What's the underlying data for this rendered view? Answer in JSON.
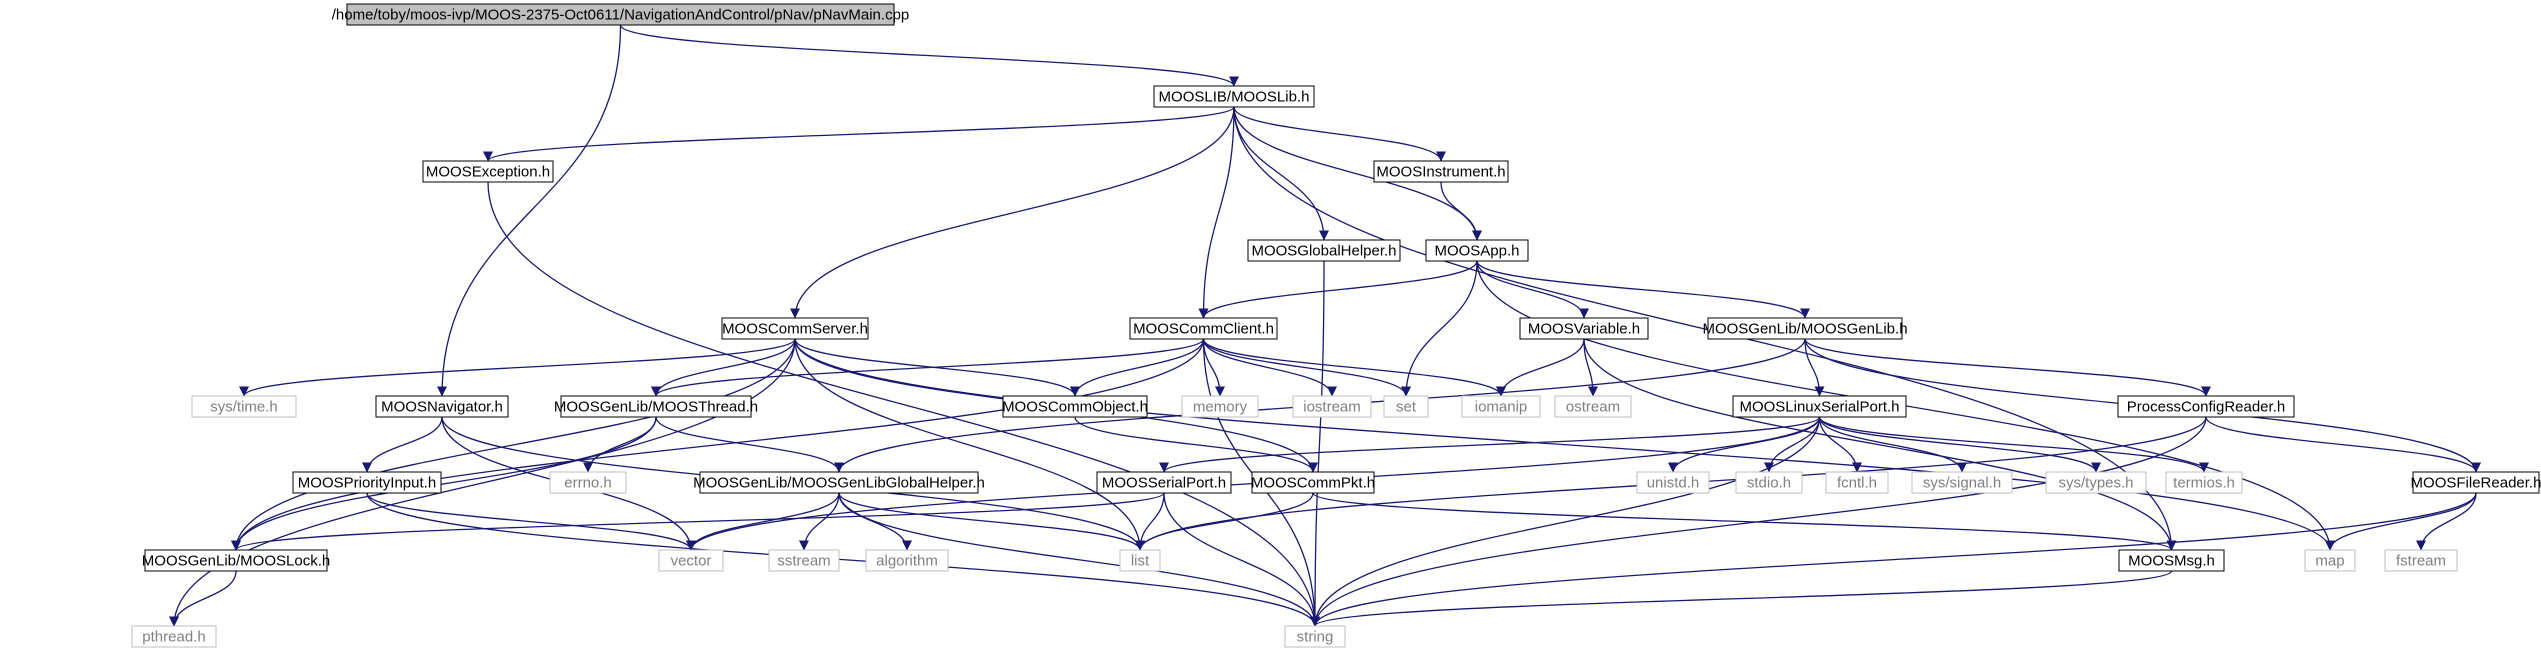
{
  "diagram": {
    "nodes": [
      {
        "id": "pnavmain",
        "label": "/home/toby/moos-ivp/MOOS-2375-Oct0611/NavigationAndControl/pNav/pNavMain.cpp",
        "style": "root"
      },
      {
        "id": "mooslib",
        "label": "MOOSLIB/MOOSLib.h",
        "style": "header"
      },
      {
        "id": "moosexception",
        "label": "MOOSException.h",
        "style": "header"
      },
      {
        "id": "moosinstrument",
        "label": "MOOSInstrument.h",
        "style": "header"
      },
      {
        "id": "moosglobalhelper",
        "label": "MOOSGlobalHelper.h",
        "style": "header"
      },
      {
        "id": "moosapp",
        "label": "MOOSApp.h",
        "style": "header"
      },
      {
        "id": "mooscommserver",
        "label": "MOOSCommServer.h",
        "style": "header"
      },
      {
        "id": "mooscommclient",
        "label": "MOOSCommClient.h",
        "style": "header"
      },
      {
        "id": "moosvariable",
        "label": "MOOSVariable.h",
        "style": "header"
      },
      {
        "id": "moosgenlib",
        "label": "MOOSGenLib/MOOSGenLib.h",
        "style": "header"
      },
      {
        "id": "systime",
        "label": "sys/time.h",
        "style": "system"
      },
      {
        "id": "moosnavigator",
        "label": "MOOSNavigator.h",
        "style": "header"
      },
      {
        "id": "moosthread",
        "label": "MOOSGenLib/MOOSThread.h",
        "style": "header"
      },
      {
        "id": "mooscommobject",
        "label": "MOOSCommObject.h",
        "style": "header"
      },
      {
        "id": "memory",
        "label": "memory",
        "style": "system"
      },
      {
        "id": "iostream",
        "label": "iostream",
        "style": "system"
      },
      {
        "id": "set",
        "label": "set",
        "style": "system"
      },
      {
        "id": "iomanip",
        "label": "iomanip",
        "style": "system"
      },
      {
        "id": "ostream",
        "label": "ostream",
        "style": "system"
      },
      {
        "id": "mooslinuxserialport",
        "label": "MOOSLinuxSerialPort.h",
        "style": "header"
      },
      {
        "id": "processconfigreader",
        "label": "ProcessConfigReader.h",
        "style": "header"
      },
      {
        "id": "errno",
        "label": "errno.h",
        "style": "system"
      },
      {
        "id": "moospriorityinput",
        "label": "MOOSPriorityInput.h",
        "style": "header"
      },
      {
        "id": "moosgenlibglobalhelper",
        "label": "MOOSGenLib/MOOSGenLibGlobalHelper.h",
        "style": "header"
      },
      {
        "id": "moosserialport",
        "label": "MOOSSerialPort.h",
        "style": "header"
      },
      {
        "id": "mooscommpkt",
        "label": "MOOSCommPkt.h",
        "style": "header"
      },
      {
        "id": "unistd",
        "label": "unistd.h",
        "style": "system"
      },
      {
        "id": "stdio",
        "label": "stdio.h",
        "style": "system"
      },
      {
        "id": "fcntl",
        "label": "fcntl.h",
        "style": "system"
      },
      {
        "id": "syssignal",
        "label": "sys/signal.h",
        "style": "system"
      },
      {
        "id": "systypes",
        "label": "sys/types.h",
        "style": "system"
      },
      {
        "id": "termios",
        "label": "termios.h",
        "style": "system"
      },
      {
        "id": "moosfilereader",
        "label": "MOOSFileReader.h",
        "style": "header"
      },
      {
        "id": "mooslock",
        "label": "MOOSGenLib/MOOSLock.h",
        "style": "header"
      },
      {
        "id": "vector",
        "label": "vector",
        "style": "system"
      },
      {
        "id": "sstream",
        "label": "sstream",
        "style": "system"
      },
      {
        "id": "algorithm",
        "label": "algorithm",
        "style": "system"
      },
      {
        "id": "list",
        "label": "list",
        "style": "system"
      },
      {
        "id": "moosmsg",
        "label": "MOOSMsg.h",
        "style": "header"
      },
      {
        "id": "map",
        "label": "map",
        "style": "system"
      },
      {
        "id": "fstream",
        "label": "fstream",
        "style": "system"
      },
      {
        "id": "pthread",
        "label": "pthread.h",
        "style": "system"
      },
      {
        "id": "string",
        "label": "string",
        "style": "system"
      }
    ],
    "edges": [
      [
        "pnavmain",
        "mooslib"
      ],
      [
        "pnavmain",
        "moosnavigator"
      ],
      [
        "mooslib",
        "moosexception"
      ],
      [
        "mooslib",
        "moosinstrument"
      ],
      [
        "mooslib",
        "moosglobalhelper"
      ],
      [
        "mooslib",
        "moosapp"
      ],
      [
        "mooslib",
        "mooscommserver"
      ],
      [
        "mooslib",
        "mooscommclient"
      ],
      [
        "mooslib",
        "moosmsg"
      ],
      [
        "moosexception",
        "string"
      ],
      [
        "moosinstrument",
        "moosapp"
      ],
      [
        "moosglobalhelper",
        "string"
      ],
      [
        "moosapp",
        "mooscommclient"
      ],
      [
        "moosapp",
        "moosvariable"
      ],
      [
        "moosapp",
        "moosgenlib"
      ],
      [
        "moosapp",
        "set"
      ],
      [
        "moosapp",
        "map"
      ],
      [
        "mooscommserver",
        "systime"
      ],
      [
        "mooscommserver",
        "moosthread"
      ],
      [
        "mooscommserver",
        "mooscommobject"
      ],
      [
        "mooscommserver",
        "mooslock"
      ],
      [
        "mooscommserver",
        "pthread"
      ],
      [
        "mooscommserver",
        "list"
      ],
      [
        "mooscommserver",
        "mooscommpkt"
      ],
      [
        "mooscommserver",
        "map"
      ],
      [
        "mooscommclient",
        "moosthread"
      ],
      [
        "mooscommclient",
        "mooscommobject"
      ],
      [
        "mooscommclient",
        "memory"
      ],
      [
        "mooscommclient",
        "iostream"
      ],
      [
        "mooscommclient",
        "set"
      ],
      [
        "mooscommclient",
        "iomanip"
      ],
      [
        "mooscommclient",
        "mooslock"
      ],
      [
        "mooscommclient",
        "string"
      ],
      [
        "moosvariable",
        "iomanip"
      ],
      [
        "moosvariable",
        "ostream"
      ],
      [
        "moosvariable",
        "moosmsg"
      ],
      [
        "moosgenlib",
        "mooslinuxserialport"
      ],
      [
        "moosgenlib",
        "processconfigreader"
      ],
      [
        "moosgenlib",
        "moosfilereader"
      ],
      [
        "moosgenlib",
        "moosgenlibglobalhelper"
      ],
      [
        "moosnavigator",
        "moospriorityinput"
      ],
      [
        "moosnavigator",
        "vector"
      ],
      [
        "moosnavigator",
        "list"
      ],
      [
        "moosthread",
        "errno"
      ],
      [
        "moosthread",
        "mooslock"
      ],
      [
        "moosthread",
        "moosgenlibglobalhelper"
      ],
      [
        "mooscommobject",
        "mooscommpkt"
      ],
      [
        "mooslinuxserialport",
        "moosserialport"
      ],
      [
        "mooslinuxserialport",
        "unistd"
      ],
      [
        "mooslinuxserialport",
        "stdio"
      ],
      [
        "mooslinuxserialport",
        "fcntl"
      ],
      [
        "mooslinuxserialport",
        "syssignal"
      ],
      [
        "mooslinuxserialport",
        "systypes"
      ],
      [
        "mooslinuxserialport",
        "termios"
      ],
      [
        "mooslinuxserialport",
        "vector"
      ],
      [
        "mooslinuxserialport",
        "string"
      ],
      [
        "processconfigreader",
        "moosfilereader"
      ],
      [
        "processconfigreader",
        "list"
      ],
      [
        "processconfigreader",
        "string"
      ],
      [
        "moospriorityinput",
        "vector"
      ],
      [
        "moospriorityinput",
        "string"
      ],
      [
        "moosgenlibglobalhelper",
        "vector"
      ],
      [
        "moosgenlibglobalhelper",
        "sstream"
      ],
      [
        "moosgenlibglobalhelper",
        "algorithm"
      ],
      [
        "moosgenlibglobalhelper",
        "list"
      ],
      [
        "moosgenlibglobalhelper",
        "string"
      ],
      [
        "moosserialport",
        "mooslock"
      ],
      [
        "moosserialport",
        "list"
      ],
      [
        "moosserialport",
        "string"
      ],
      [
        "mooscommpkt",
        "list"
      ],
      [
        "mooscommpkt",
        "moosmsg"
      ],
      [
        "moosfilereader",
        "map"
      ],
      [
        "moosfilereader",
        "fstream"
      ],
      [
        "moosfilereader",
        "string"
      ],
      [
        "mooslock",
        "pthread"
      ],
      [
        "moosmsg",
        "string"
      ]
    ]
  },
  "colors": {
    "edge": "#191970",
    "root_fill": "#bfbfbf",
    "header_border": "#000000",
    "system_border": "#bfbfbf",
    "system_text": "#808080"
  }
}
